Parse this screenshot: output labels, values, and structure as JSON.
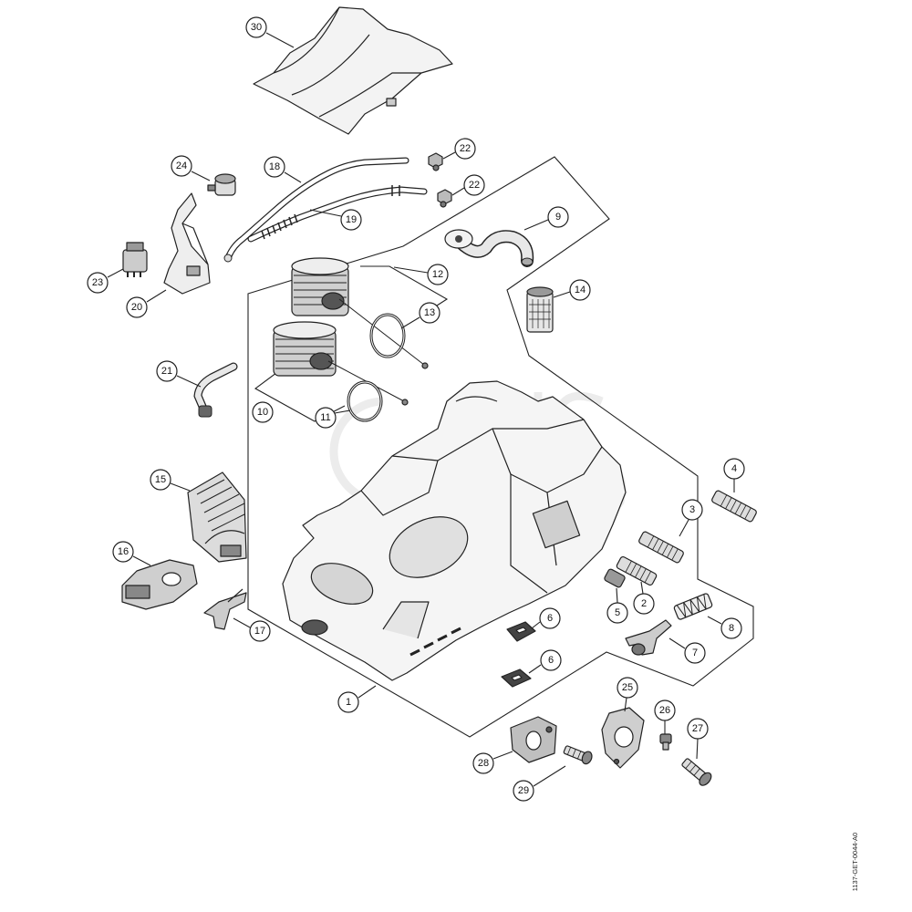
{
  "callouts": [
    "30",
    "24",
    "18",
    "22",
    "22",
    "19",
    "9",
    "23",
    "20",
    "12",
    "13",
    "14",
    "21",
    "10",
    "11",
    "15",
    "4",
    "3",
    "16",
    "5",
    "2",
    "17",
    "6",
    "8",
    "6",
    "7",
    "1",
    "25",
    "26",
    "27",
    "28",
    "29"
  ],
  "drawing_ref": "1137-GET-0044-A0"
}
